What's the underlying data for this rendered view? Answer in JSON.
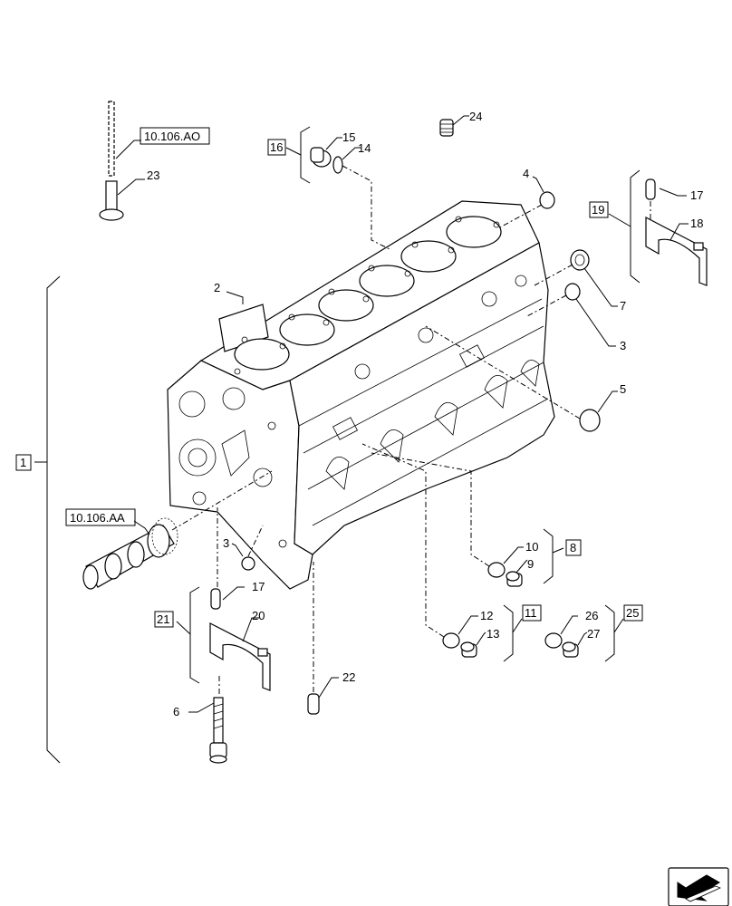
{
  "callouts": {
    "c1": "1",
    "c2": "2",
    "c3a": "3",
    "c3b": "3",
    "c4": "4",
    "c5": "5",
    "c6": "6",
    "c7": "7",
    "c8": "8",
    "c9": "9",
    "c10": "10",
    "c11": "11",
    "c12": "12",
    "c13": "13",
    "c14": "14",
    "c15": "15",
    "c16": "16",
    "c17a": "17",
    "c17b": "17",
    "c18": "18",
    "c19": "19",
    "c20": "20",
    "c21": "21",
    "c22": "22",
    "c23": "23",
    "c24": "24",
    "c25": "25",
    "c26": "26",
    "c27": "27"
  },
  "references": {
    "ref_ao": "10.106.AO",
    "ref_aa": "10.106.AA"
  },
  "boxed_labels": [
    "1",
    "8",
    "11",
    "16",
    "19",
    "21",
    "25"
  ],
  "icon": "direction-arrow-icon"
}
